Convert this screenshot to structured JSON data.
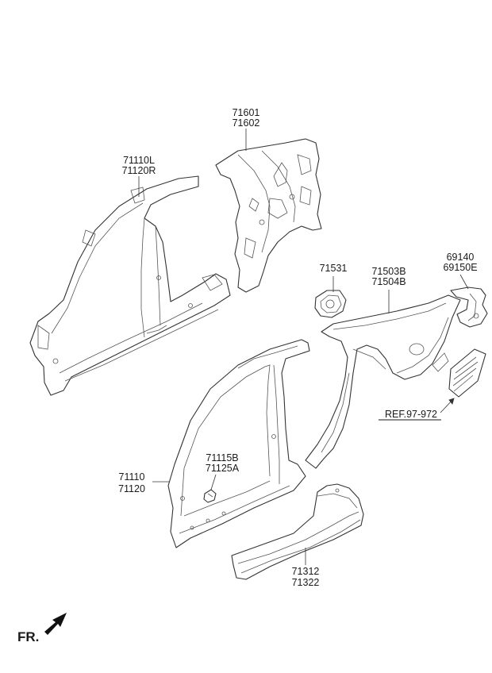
{
  "labels": {
    "p71601": "71601",
    "p71602": "71602",
    "p71110L": "71110L",
    "p71120R": "71120R",
    "p71531": "71531",
    "p71503B": "71503B",
    "p71504B": "71504B",
    "p69140": "69140",
    "p69150E": "69150E",
    "ref": "REF.97-972",
    "p71115B": "71115B",
    "p71125A": "71125A",
    "p71110": "71110",
    "p71120": "71120",
    "p71312": "71312",
    "p71322": "71322",
    "fr": "FR."
  },
  "colors": {
    "line": "#333333",
    "text": "#1a1a1a",
    "background": "#ffffff"
  }
}
